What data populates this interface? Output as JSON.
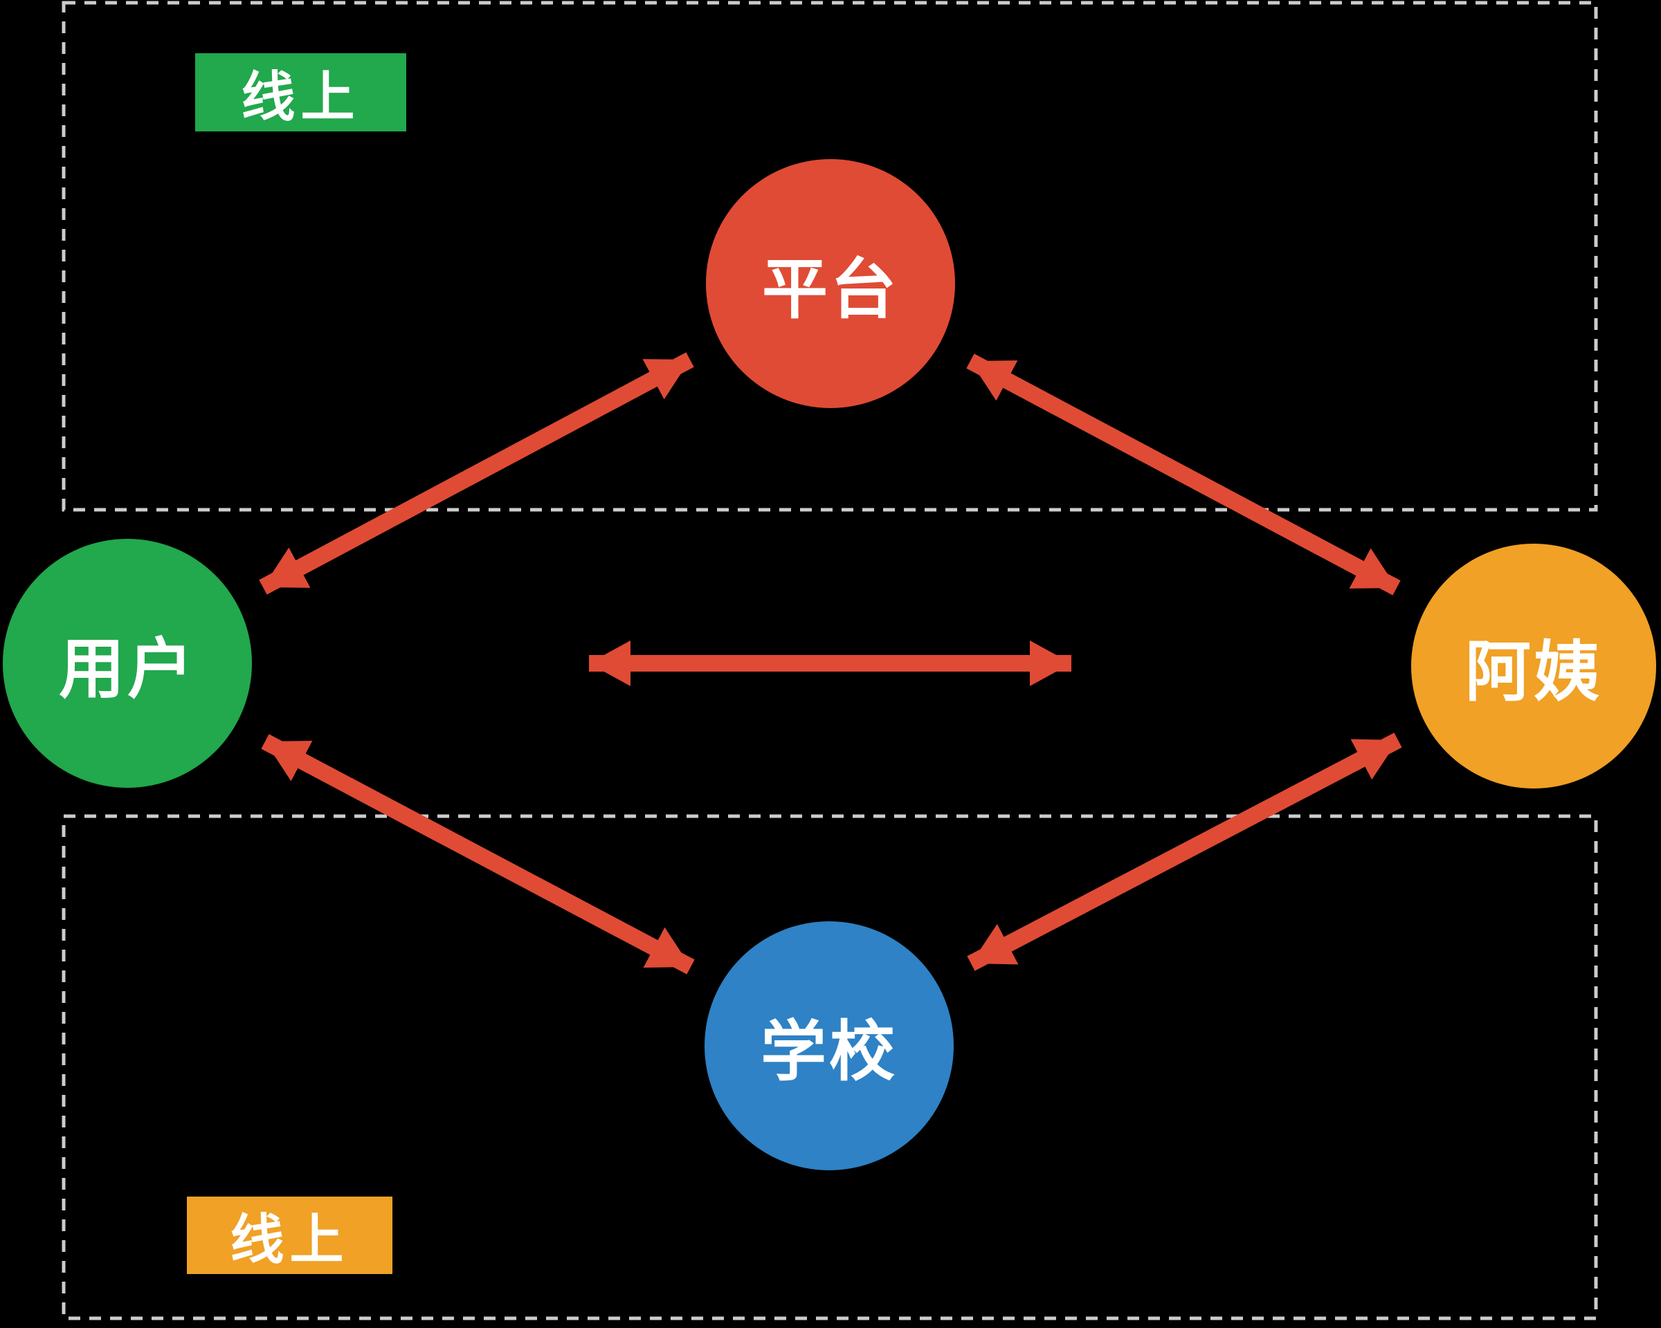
{
  "diagram": {
    "type": "relationship-diagram",
    "background_color": "#000000",
    "regions": [
      {
        "id": "top",
        "label": "线上",
        "badge_color": "#22A84D",
        "border_style": "dashed"
      },
      {
        "id": "bottom",
        "label": "线上",
        "badge_color": "#F0A126",
        "border_style": "dashed"
      }
    ],
    "nodes": [
      {
        "id": "platform",
        "label": "平台",
        "color": "#E04B35",
        "shape": "circle",
        "position": "top-center"
      },
      {
        "id": "user",
        "label": "用户",
        "color": "#22A84D",
        "shape": "circle",
        "position": "middle-left"
      },
      {
        "id": "aunt",
        "label": "阿姨",
        "color": "#F0A126",
        "shape": "circle",
        "position": "middle-right"
      },
      {
        "id": "school",
        "label": "学校",
        "color": "#2E82C5",
        "shape": "circle",
        "position": "bottom-center"
      }
    ],
    "edges": [
      {
        "from": "用户",
        "to": "平台",
        "style": "double-arrow"
      },
      {
        "from": "平台",
        "to": "阿姨",
        "style": "double-arrow"
      },
      {
        "from": "用户",
        "to": "阿姨",
        "style": "double-arrow"
      },
      {
        "from": "用户",
        "to": "学校",
        "style": "double-arrow"
      },
      {
        "from": "学校",
        "to": "阿姨",
        "style": "double-arrow"
      }
    ],
    "colors": {
      "arrow": "#E04B35",
      "region_border": "#CCCCCC",
      "node_text": "#FFFFFF",
      "badge_text": "#FFFFFF"
    }
  }
}
